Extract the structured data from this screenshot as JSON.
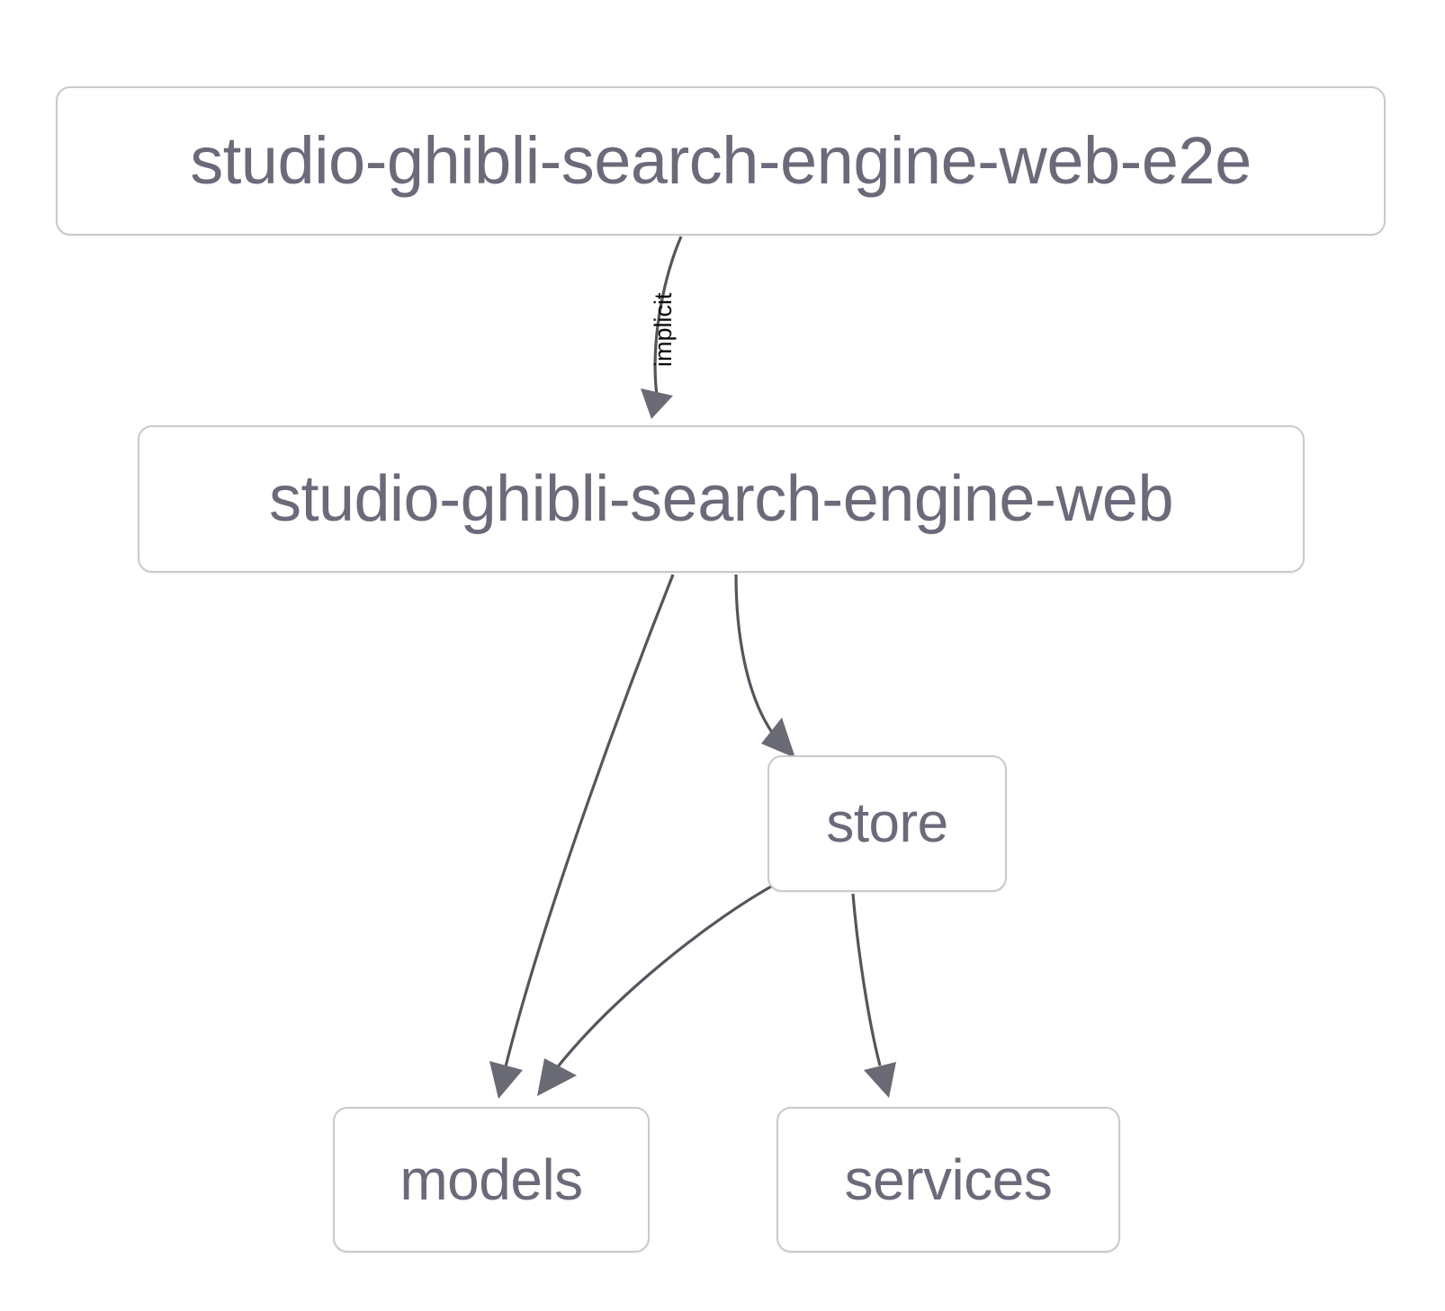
{
  "diagram": {
    "type": "dependency-graph",
    "background_color": "#ffffff",
    "node_border_color": "#c9c9cf",
    "node_text_color": "#6a6a7a",
    "edge_color": "#55555f",
    "edge_label_color": "#0b0b0b",
    "nodes": [
      {
        "id": "root",
        "label": "studio-ghibli-search-engine-web-e2e"
      },
      {
        "id": "web",
        "label": "studio-ghibli-search-engine-web"
      },
      {
        "id": "store",
        "label": "store"
      },
      {
        "id": "models",
        "label": "models"
      },
      {
        "id": "services",
        "label": "services"
      }
    ],
    "edges": [
      {
        "from": "root",
        "to": "web",
        "label": "implicit"
      },
      {
        "from": "web",
        "to": "models",
        "label": ""
      },
      {
        "from": "web",
        "to": "store",
        "label": ""
      },
      {
        "from": "store",
        "to": "models",
        "label": ""
      },
      {
        "from": "store",
        "to": "services",
        "label": ""
      }
    ]
  }
}
